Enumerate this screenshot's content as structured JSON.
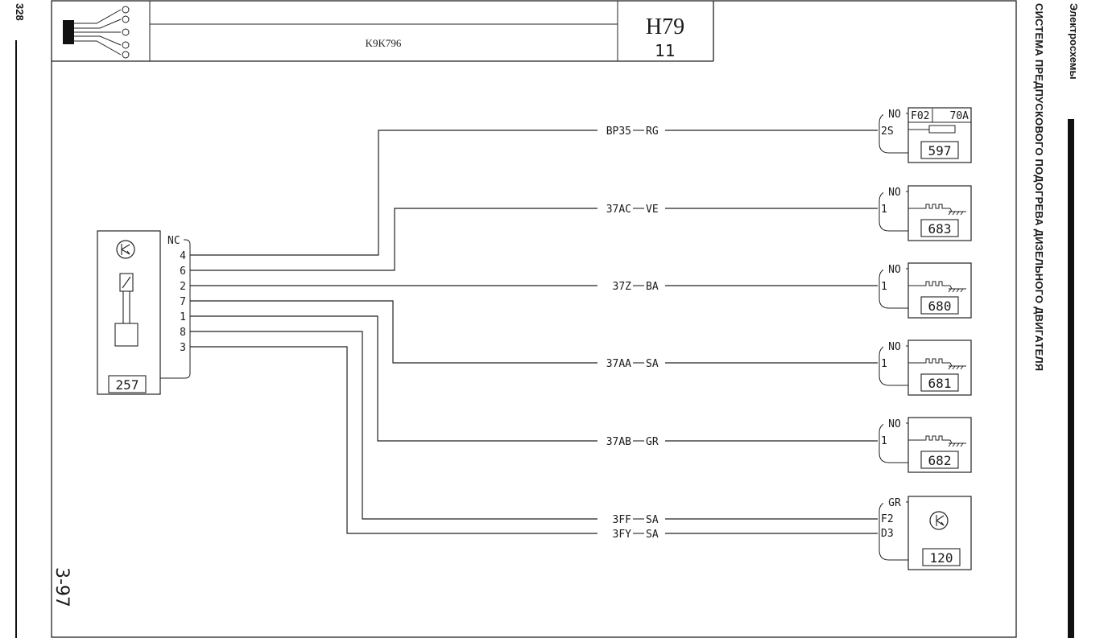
{
  "page_number": "328",
  "header": {
    "engine_code": "K9K796",
    "diagram_code": "H79",
    "diagram_sheet": "11"
  },
  "right_margin": {
    "section": "Электросхемы",
    "title": "СИСТЕМА ПРЕДПУСКОВОГО ПОДОГРЕВА ДИЗЕЛЬНОГО ДВИГАТЕЛЯ"
  },
  "figure_number": "3-97",
  "left_module": {
    "id": "257",
    "connector": "NC",
    "pins": [
      "4",
      "6",
      "2",
      "7",
      "1",
      "8",
      "3"
    ]
  },
  "wires": [
    {
      "pin": "4",
      "code": "BP35",
      "color": "RG"
    },
    {
      "pin": "6",
      "code": "37AC",
      "color": "VE"
    },
    {
      "pin": "2",
      "code": "37Z",
      "color": "BA"
    },
    {
      "pin": "7",
      "code": "37AA",
      "color": "SA"
    },
    {
      "pin": "1",
      "code": "37AB",
      "color": "GR"
    },
    {
      "pin": "8",
      "code": "3FF",
      "color": "SA"
    },
    {
      "pin": "3",
      "code": "3FY",
      "color": "SA"
    }
  ],
  "components": [
    {
      "id": "597",
      "connector": "NO",
      "pins": [
        "2S"
      ],
      "kind": "fuse",
      "fuse_label": "F02",
      "fuse_rating": "70A"
    },
    {
      "id": "683",
      "connector": "NO",
      "pins": [
        "1"
      ],
      "kind": "glow-plug"
    },
    {
      "id": "680",
      "connector": "NO",
      "pins": [
        "1"
      ],
      "kind": "glow-plug"
    },
    {
      "id": "681",
      "connector": "NO",
      "pins": [
        "1"
      ],
      "kind": "glow-plug"
    },
    {
      "id": "682",
      "connector": "NO",
      "pins": [
        "1"
      ],
      "kind": "glow-plug"
    },
    {
      "id": "120",
      "connector": "GR",
      "pins": [
        "F2",
        "D3"
      ],
      "kind": "control-unit"
    }
  ],
  "colors": {
    "ink": "#1a1a1a",
    "paper": "#ffffff"
  }
}
